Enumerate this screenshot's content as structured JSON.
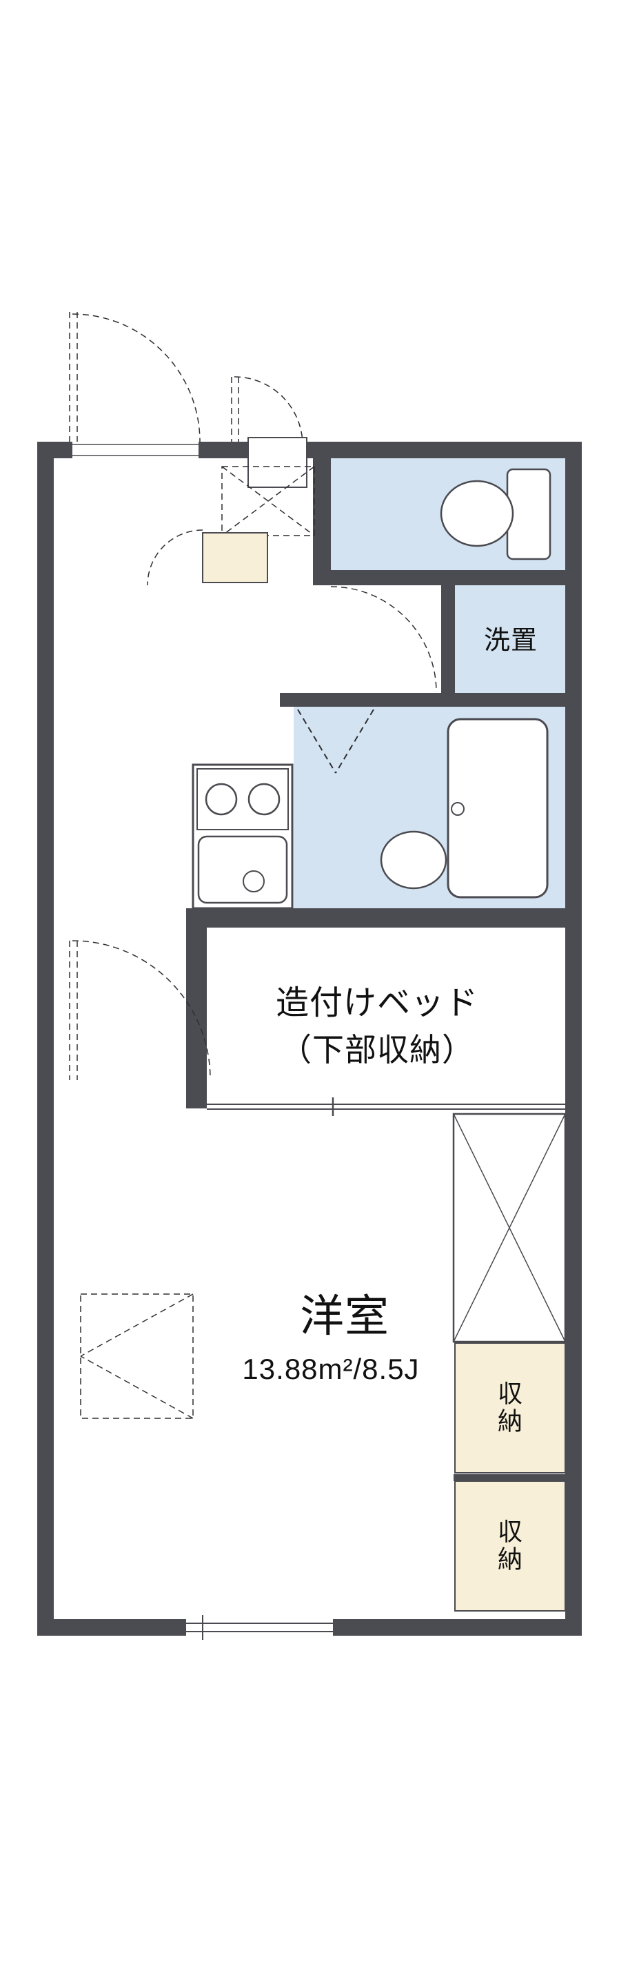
{
  "colors": {
    "bg": "#ffffff",
    "wall": "#4b4b52",
    "water": "#d3e3f1",
    "cream": "#f8efd8",
    "line": "#4a4a50",
    "text": "#111111"
  },
  "floorplan": {
    "bed_label": [
      "造付けベッド",
      "（下部収納）"
    ],
    "main_room": {
      "name": "洋室",
      "area": "13.88m²/8.5J"
    },
    "washer_label": "洗置",
    "storages": [
      {
        "label": "収納"
      },
      {
        "label": "収納"
      }
    ]
  }
}
